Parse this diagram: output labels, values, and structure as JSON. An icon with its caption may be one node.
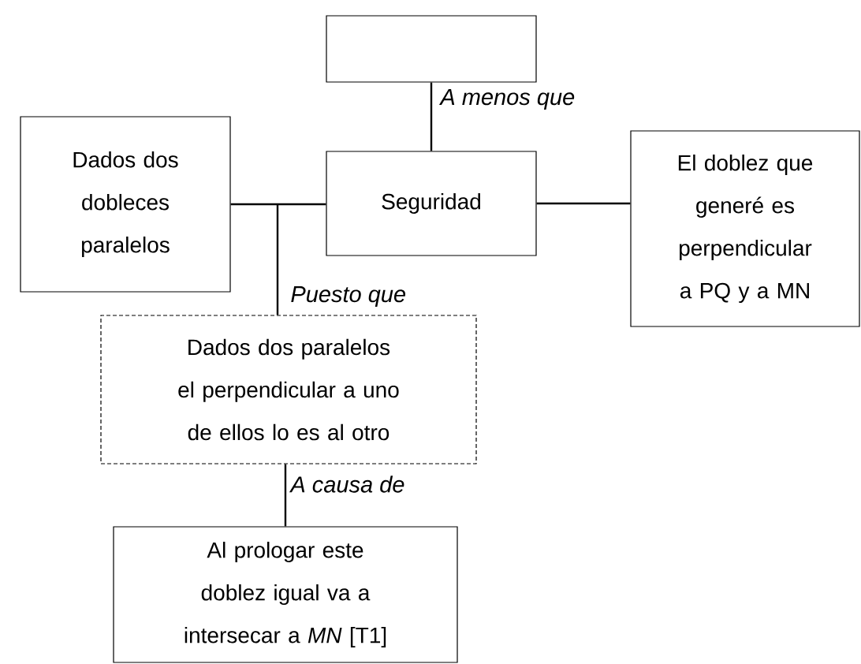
{
  "diagram": {
    "nodes": [
      {
        "text": [],
        "shape": "box"
      },
      {
        "text": [
          "Dados dos dobleces paralelos"
        ]
      },
      {
        "text": [
          "Seguridad"
        ]
      },
      {
        "text": [
          "El doblez que generé es perpendicular a PQ y a MN"
        ]
      },
      {
        "text": [
          "Dados dos paralelos el perpendicular a uno de ellos lo es al otro"
        ]
      },
      {
        "text": [
          "Al prologar este doblez igual va a intersecar a *MN* [T1]"
        ]
      }
    ],
    "edges": [
      {
        "from": 2,
        "to": 0,
        "arrow": "none",
        "label": "A menos que"
      },
      {
        "from": 1,
        "to": 2,
        "arrow": "none"
      },
      {
        "from": 2,
        "to": 3,
        "arrow": "none"
      },
      {
        "from": 4,
        "to": null,
        "arrow": "none",
        "label": "Puesto que"
      },
      {
        "from": 5,
        "to": 4,
        "arrow": "none",
        "label": "A causa de"
      }
    ]
  }
}
